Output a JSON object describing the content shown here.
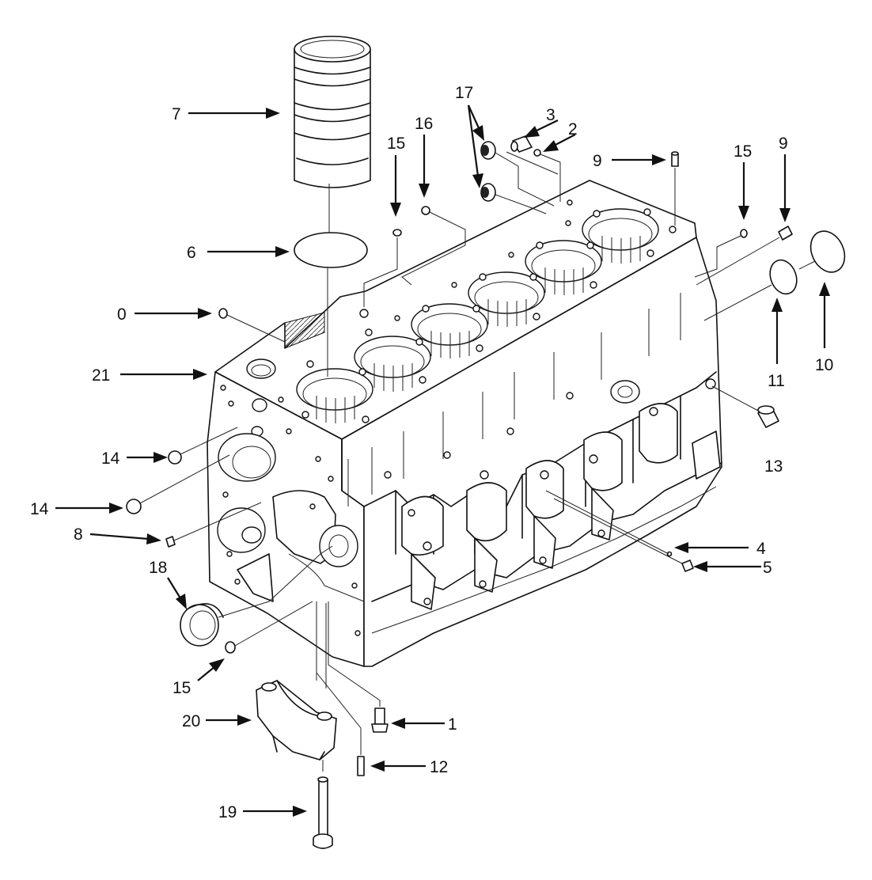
{
  "callouts": [
    {
      "id": "c7",
      "text": "7"
    },
    {
      "id": "c6",
      "text": "6"
    },
    {
      "id": "c0",
      "text": "0"
    },
    {
      "id": "c21",
      "text": "21"
    },
    {
      "id": "c15a",
      "text": "15"
    },
    {
      "id": "c16",
      "text": "16"
    },
    {
      "id": "c17",
      "text": "17"
    },
    {
      "id": "c3",
      "text": "3"
    },
    {
      "id": "c2",
      "text": "2"
    },
    {
      "id": "c9a",
      "text": "9"
    },
    {
      "id": "c15b",
      "text": "15"
    },
    {
      "id": "c9b",
      "text": "9"
    },
    {
      "id": "c10",
      "text": "10"
    },
    {
      "id": "c11",
      "text": "11"
    },
    {
      "id": "c13",
      "text": "13"
    },
    {
      "id": "c14a",
      "text": "14"
    },
    {
      "id": "c14b",
      "text": "14"
    },
    {
      "id": "c8",
      "text": "8"
    },
    {
      "id": "c18",
      "text": "18"
    },
    {
      "id": "c4",
      "text": "4"
    },
    {
      "id": "c5",
      "text": "5"
    },
    {
      "id": "c15c",
      "text": "15"
    },
    {
      "id": "c1",
      "text": "1"
    },
    {
      "id": "c20",
      "text": "20"
    },
    {
      "id": "c12",
      "text": "12"
    },
    {
      "id": "c19",
      "text": "19"
    }
  ]
}
